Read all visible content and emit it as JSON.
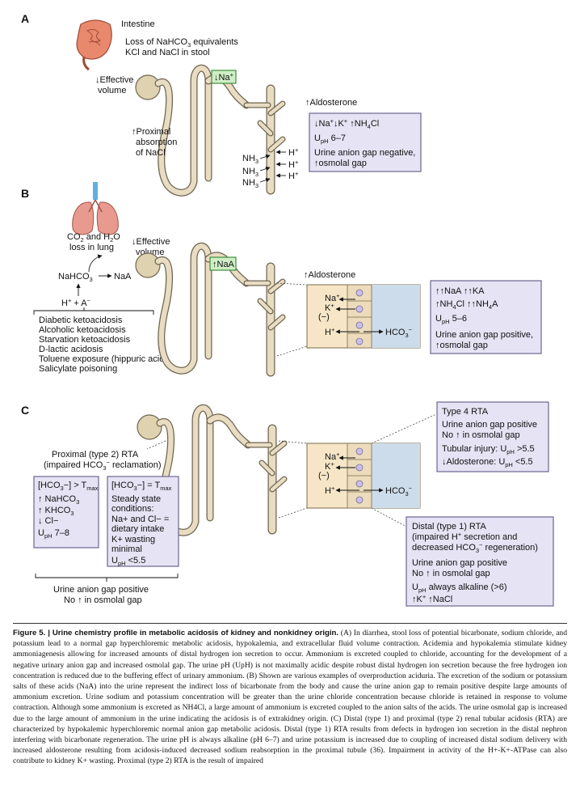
{
  "panels": {
    "a": {
      "letter": "A",
      "intestine": "Intestine",
      "stool_loss_line1": "Loss of NaHCO3 equivalents",
      "stool_loss_line2": "KCl and NaCl in stool",
      "effective_volume": "↓Effective volume",
      "na_box": "↓Na+",
      "proximal_absorption": "↑Proximal absorption of NaCl",
      "aldosterone": "↑Aldosterone",
      "urine_box": {
        "line1": "↓Na+↓K+↑NH4Cl",
        "line2": "UpH 6–7",
        "line3": "Urine anion gap negative,",
        "line4": "↑osmolal gap"
      },
      "ions": {
        "nh3": "NH3",
        "hplus": "H+"
      }
    },
    "b": {
      "letter": "B",
      "lung_label": "CO2 and H2O loss in lung",
      "effective_volume": "↓Effective volume",
      "naa_box": "↑NaA",
      "reaction": "NaHCO3 → NaA",
      "acid": "H+ + A−",
      "causes": [
        "Diabetic ketoacidosis",
        "Alcoholic ketoacidosis",
        "Starvation ketoacidosis",
        "D-lactic acidosis",
        "Toluene exposure (hippuric acid)",
        "Salicylate poisoning"
      ],
      "aldosterone": "↑Aldosterone",
      "cell": {
        "na": "Na+",
        "k": "K+",
        "minus": "(−)",
        "h": "H+",
        "hco3": "HCO3−"
      },
      "urine_box": {
        "line1": "↑↑NaA ↑↑KA",
        "line2": "↑NH4Cl ↑↑NH4A",
        "line3": "UpH 5–6",
        "line4": "Urine anion gap positive,",
        "line5": "↑osmolal gap"
      }
    },
    "c": {
      "letter": "C",
      "proximal_rta": "Proximal (type 2) RTA",
      "proximal_rta_sub": "(impaired HCO3− reclamation)",
      "left_box": [
        "[HCO3−] > Tmax",
        "↑ NaHCO3",
        "↑ KHCO3",
        "↓ Cl−",
        "UpH 7–8"
      ],
      "mid_box": [
        "[HCO3−] = Tmax",
        "Steady state",
        "conditions:",
        "Na+ and Cl− =",
        "dietary intake",
        "K+ wasting",
        "minimal",
        "UpH <5.5"
      ],
      "bottom": [
        "Urine anion gap positive",
        "No ↑ in osmolal gap"
      ],
      "type4_box": [
        "Type 4 RTA",
        "Urine anion gap positive",
        "No ↑ in osmolal gap",
        "Tubular injury: UpH >5.5",
        "↓Aldosterone: UpH <5.5"
      ],
      "distal_box": [
        "Distal (type 1) RTA",
        "(impaired H+ secretion and",
        "decreased HCO3− regeneration)",
        "Urine anion gap positive",
        "No ↑ in osmolal gap",
        "UpH always alkaline (>6)",
        "↑K+ ↑NaCl"
      ],
      "cell": {
        "na": "Na+",
        "k": "K+",
        "minus": "(−)",
        "h": "H+",
        "hco3": "HCO3−"
      }
    }
  },
  "caption": {
    "title": "Figure 5. | Urine chemistry profile in metabolic acidosis of kidney and nonkidney origin.",
    "body": " (A) In diarrhea, stool loss of potential bicarbonate, sodium chloride, and potassium lead to a normal gap hyperchloremic metabolic acidosis, hypokalemia, and extracellular fluid volume contraction. Acidemia and hypokalemia stimulate kidney ammoniagenesis allowing for increased amounts of distal hydrogen ion secretion to occur. Ammonium is excreted coupled to chloride, accounting for the development of a negative urinary anion gap and increased osmolal gap. The urine pH (UpH) is not maximally acidic despite robust distal hydrogen ion secretion because the free hydrogen ion concentration is reduced due to the buffering effect of urinary ammonium. (B) Shown are various examples of overproduction aciduria. The excretion of the sodium or potassium salts of these acids (NaA) into the urine represent the indirect loss of bicarbonate from the body and cause the urine anion gap to remain positive despite large amounts of ammonium excretion. Urine sodium and potassium concentration will be greater than the urine chloride concentration because chloride is retained in response to volume contraction. Although some ammonium is excreted as NH4Cl, a large amount of ammonium is excreted coupled to the anion salts of the acids. The urine osmolal gap is increased due to the large amount of ammonium in the urine indicating the acidosis is of extrakidney origin. (C) Distal (type 1) and proximal (type 2) renal tubular acidosis (RTA) are characterized by hypokalemic hyperchloremic normal anion gap metabolic acidosis. Distal (type 1) RTA results from defects in hydrogen ion secretion in the distal nephron interfering with bicarbonate regeneration. The urine pH is always alkaline (pH 6–7) and urine potassium is increased due to coupling of increased distal sodium delivery with increased aldosterone resulting from acidosis-induced decreased sodium reabsorption in the proximal tubule (36). Impairment in activity of the H+-K+-ATPase can also contribute to kidney K+ wasting. Proximal (type 2) RTA is the result of impaired"
  },
  "colors": {
    "tubule": "#e8dcc2",
    "tubule_stroke": "#6f6450",
    "urine_box_fill": "#e6e3f4",
    "urine_box_stroke": "#6a6690",
    "green_box": "#cfeec6",
    "green_stroke": "#3f8f3a",
    "cell_fill": "#f6e6c7",
    "lumen_fill": "#cddcea",
    "intestine": "#e07a5f",
    "lung": "#e89a8f"
  }
}
